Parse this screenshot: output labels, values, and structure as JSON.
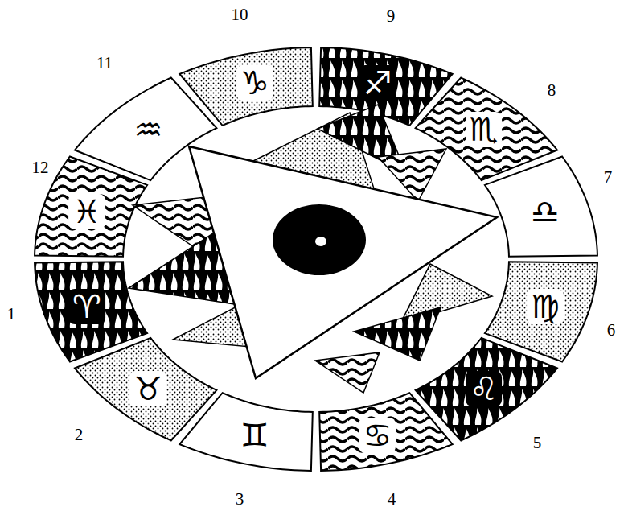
{
  "diagram": {
    "labels": [
      "1",
      "♈",
      "2",
      "♉",
      "3",
      "♊",
      "4",
      "♋",
      "5",
      "♌",
      "6",
      "♍",
      "7",
      "♎",
      "8",
      "♏",
      "9",
      "♐",
      "10",
      "♑",
      "11",
      "♒",
      "12",
      "♓"
    ]
  }
}
